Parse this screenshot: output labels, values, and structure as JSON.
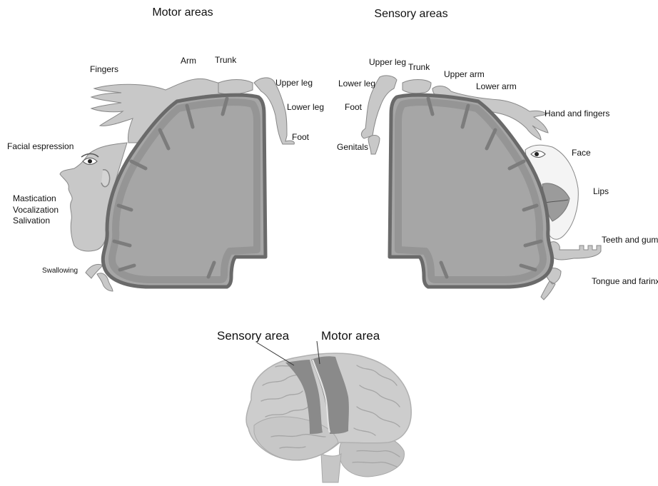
{
  "motor": {
    "title": "Motor areas",
    "labels": {
      "arm": "Arm",
      "trunk": "Trunk",
      "fingers": "Fingers",
      "upper_leg": "Upper leg",
      "lower_leg": "Lower leg",
      "foot": "Foot",
      "facial": "Facial espression",
      "mastication": "Mastication",
      "vocalization": "Vocalization",
      "salivation": "Salivation",
      "swallowing": "Swallowing"
    }
  },
  "sensory": {
    "title": "Sensory areas",
    "labels": {
      "upper_leg": "Upper leg",
      "trunk": "Trunk",
      "upper_arm": "Upper arm",
      "lower_leg": "Lower leg",
      "lower_arm": "Lower arm",
      "foot": "Foot",
      "hand_fingers": "Hand and fingers",
      "genitals": "Genitals",
      "face": "Face",
      "lips": "Lips",
      "teeth_gums": "Teeth and gums",
      "tongue": "Tongue and farinx"
    }
  },
  "brain": {
    "sensory_label": "Sensory area",
    "motor_label": "Motor area"
  }
}
